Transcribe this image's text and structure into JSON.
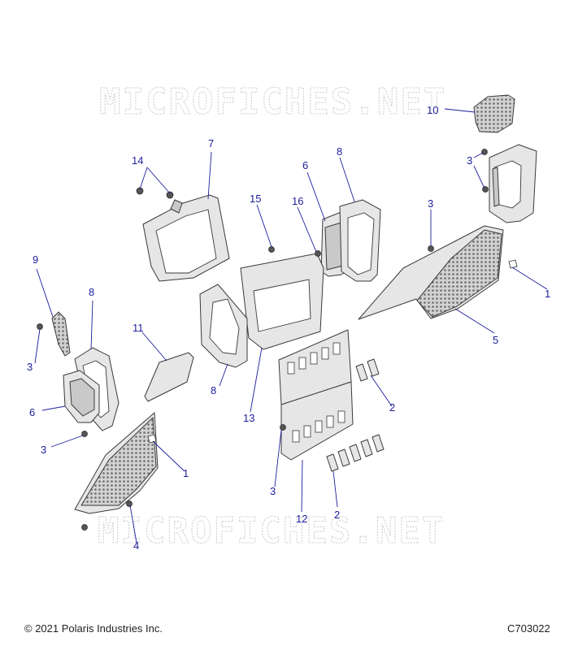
{
  "watermark": "MICROFICHES.NET",
  "copyright": "© 2021 Polaris Industries Inc.",
  "diagram_code": "C703022",
  "callouts": [
    "1",
    "1",
    "2",
    "2",
    "3",
    "3",
    "3",
    "3",
    "3",
    "4",
    "5",
    "6",
    "6",
    "7",
    "8",
    "8",
    "8",
    "9",
    "10",
    "11",
    "12",
    "13",
    "14",
    "15",
    "16"
  ],
  "colors": {
    "callout": "#1d1d9c",
    "line_art": "#3a3a3a",
    "watermark": "#cfcfcf"
  }
}
